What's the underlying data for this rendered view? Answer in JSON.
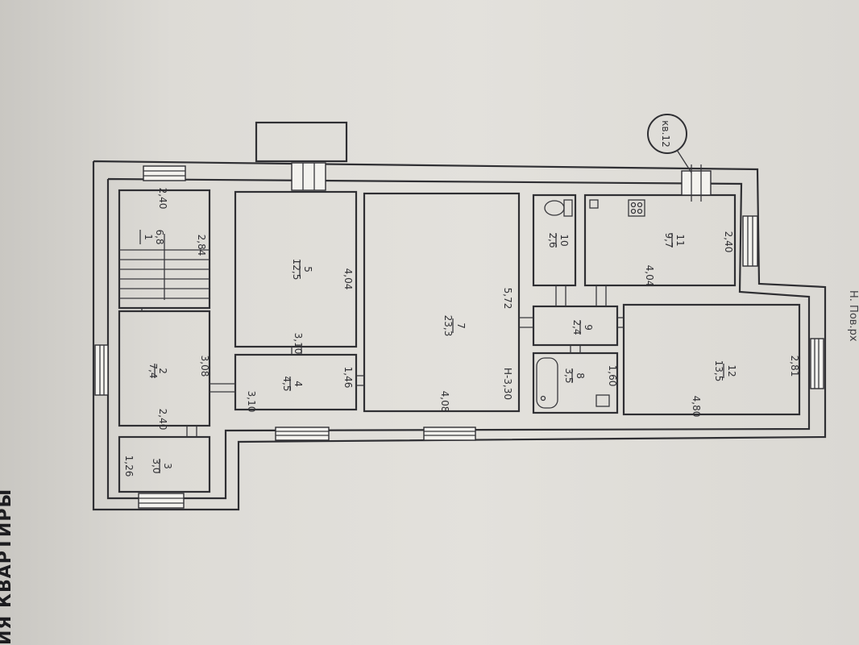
{
  "apartment_label": "кв.12",
  "margin_text": "ИЯ КВАРТИРЫ",
  "right_edge_text": "Н. Пов.рх",
  "rooms": [
    {
      "id": "1",
      "area": "6,8"
    },
    {
      "id": "2",
      "area": "7,4"
    },
    {
      "id": "3",
      "area": "3,0"
    },
    {
      "id": "4",
      "area": "4,5"
    },
    {
      "id": "5",
      "area": "12,5"
    },
    {
      "id": "7",
      "area": "23,3"
    },
    {
      "id": "8",
      "area": "3,5"
    },
    {
      "id": "9",
      "area": "2,4"
    },
    {
      "id": "10",
      "area": "2,6"
    },
    {
      "id": "11",
      "area": "9,7"
    },
    {
      "id": "12",
      "area": "13,5"
    }
  ],
  "dimensions": [
    "2,40",
    "2,84",
    "3,08",
    "2,40",
    "1,26",
    "3,10",
    "3,10",
    "1,46",
    "4,04",
    "4,08",
    "5,72",
    "Н-3,30",
    "1,60",
    "4,04",
    "2,40",
    "4,80",
    "2,81"
  ]
}
